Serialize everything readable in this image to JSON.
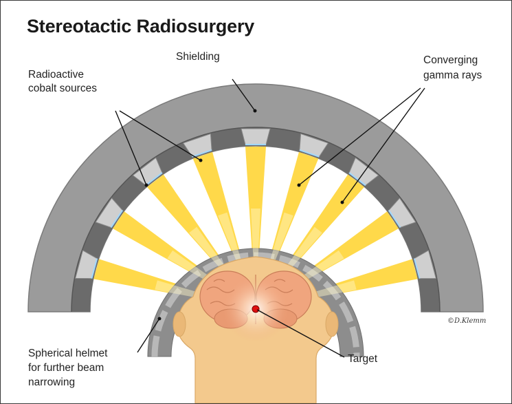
{
  "title": "Stereotactic Radiosurgery",
  "labels": {
    "sources_line1": "Radioactive",
    "sources_line2": "cobalt sources",
    "shielding": "Shielding",
    "rays_line1": "Converging",
    "rays_line2": "gamma rays",
    "helmet_line1": "Spherical helmet",
    "helmet_line2": "for further beam",
    "helmet_line3": "narrowing",
    "target": "Target"
  },
  "credit": "©D.Klemm",
  "colors": {
    "shielding": "#9a9a9a",
    "collimator": "#6a6a6a",
    "beam": "#ffd740",
    "skin": "#f3c98d",
    "brain": "#f0a57e",
    "target": "#e01010",
    "background": "#ffffff"
  }
}
